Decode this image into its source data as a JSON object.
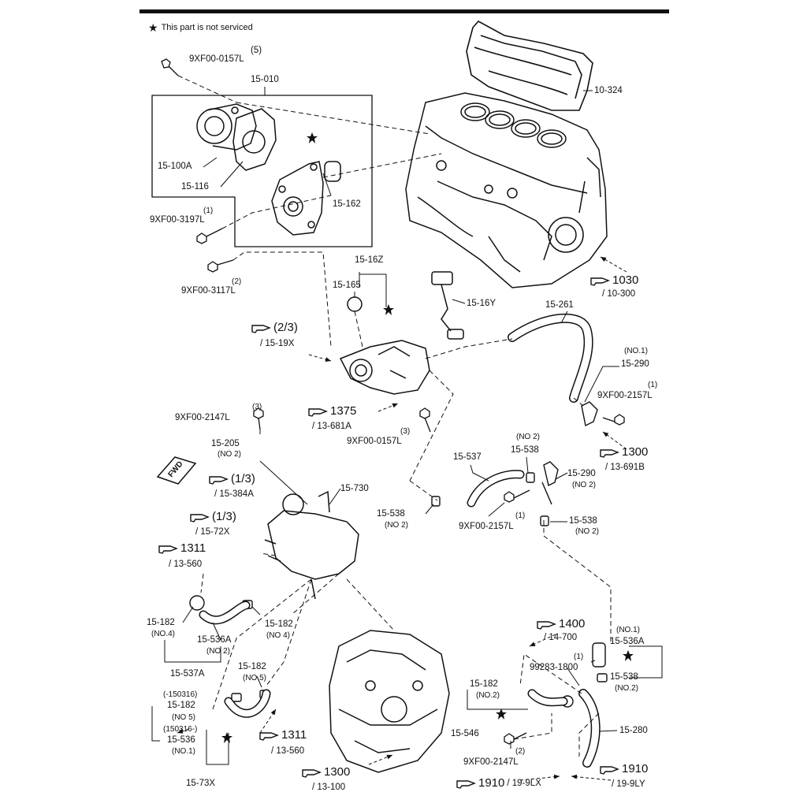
{
  "note": {
    "star": "★",
    "text": "This part is not serviced"
  },
  "labels": {
    "bolt_top_qty": "(5)",
    "bolt_top": "9XF00-0157L",
    "pump_assy": "15-010",
    "head_cover": "10-324",
    "pump": "15-100A",
    "pump_gasket": "15-116",
    "o_ring_162": "15-162",
    "bolt_3197_qty": "(1)",
    "bolt_3197": "9XF00-3197L",
    "bolt_3117_qty": "(2)",
    "bolt_3117": "9XF00-3117L",
    "th_assy": "15-16Z",
    "th_oring": "15-165",
    "sensor": "15-16Y",
    "hose_261": "15-261",
    "hose_290_no": "(NO.1)",
    "hose_290": "15-290",
    "bolt_2157_qty": "(1)",
    "bolt_2157": "9XF00-2157L",
    "bolt_2147_qty": "(3)",
    "bolt_2147": "9XF00-2147L",
    "bolt_0157b_qty": "(3)",
    "bolt_0157b": "9XF00-0157L",
    "p15205": "15-205",
    "p15205_no": "(NO 2)",
    "p15730": "15-730",
    "p15537": "15-537",
    "p15538a_no": "(NO 2)",
    "p15538a": "15-538",
    "p15290b": "15-290",
    "p15290b_no": "(NO 2)",
    "p15538b": "15-538",
    "p15538b_no": "(NO 2)",
    "bolt_2157b_qty": "(1)",
    "bolt_2157b": "9XF00-2157L",
    "p15538c": "15-538",
    "p15538c_no": "(NO 2)",
    "p15182a": "15-182",
    "p15182a_no": "(NO.4)",
    "p15536a": "15-536A",
    "p15536a_no": "(NO 2)",
    "p15182b": "15-182",
    "p15182b_no": "(NO 4)",
    "p15537a": "15-537A",
    "p15182c": "15-182",
    "p15182c_no": "(NO.5)",
    "p150316a": "(-150316)",
    "p15182d": "15-182",
    "p15182d_no": "(NO 5)",
    "p150316b": "(150316-)",
    "p15536": "15-536",
    "p15536_no": "(NO.1)",
    "p1573x": "15-73X",
    "p15182e": "15-182",
    "p15182e_no": "(NO.2)",
    "p15546": "15-546",
    "p99283_qty": "(1)",
    "p99283": "99283-1800",
    "p15536a2_no": "(NO.1)",
    "p15536a2": "15-536A",
    "p15538d": "15-538",
    "p15538d_no": "(NO.2)",
    "p15280": "15-280",
    "bolt_2147b_qty": "(2)",
    "bolt_2147b": "9XF00-2147L",
    "fwd": "FWD"
  },
  "refs": [
    {
      "id": "r1030",
      "num": "1030",
      "sub": "/ 10-300"
    },
    {
      "id": "r23",
      "num": "(2/3)",
      "sub": "/ 15-19X"
    },
    {
      "id": "r1375",
      "num": "1375",
      "sub": "/ 13-681A"
    },
    {
      "id": "r1300a",
      "num": "1300",
      "sub": "/ 13-691B"
    },
    {
      "id": "r13a",
      "num": "(1/3)",
      "sub": "/ 15-384A"
    },
    {
      "id": "r13b",
      "num": "(1/3)",
      "sub": "/ 15-72X"
    },
    {
      "id": "r1311a",
      "num": "1311",
      "sub": "/ 13-560"
    },
    {
      "id": "r1400",
      "num": "1400",
      "sub": "/ 14-700"
    },
    {
      "id": "r1311b",
      "num": "1311",
      "sub": "/ 13-560"
    },
    {
      "id": "r1300b",
      "num": "1300",
      "sub": "/ 13-100"
    },
    {
      "id": "r1910a",
      "num": "1910",
      "sub": "/ 19-9LX"
    },
    {
      "id": "r1910b",
      "num": "1910",
      "sub": "/ 19-9LY"
    }
  ]
}
